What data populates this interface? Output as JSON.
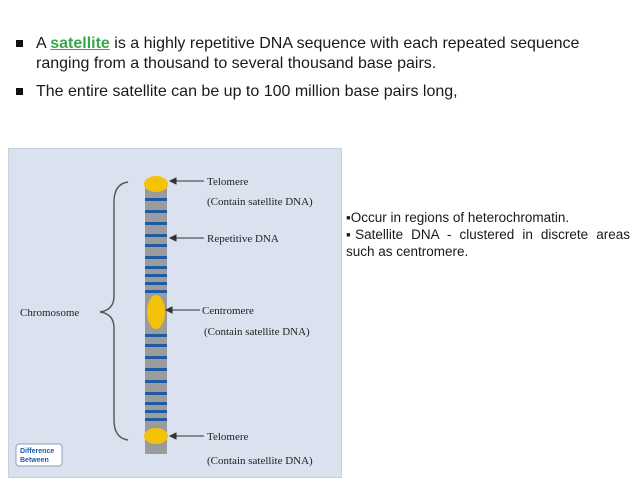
{
  "bullets": [
    {
      "prefix": "A ",
      "link": "satellite",
      "text": " is a highly repetitive DNA sequence with each repeated sequence ranging from a thousand to several thousand base pairs."
    },
    {
      "text": "The entire satellite can be up to 100 million base pairs long,"
    }
  ],
  "figure": {
    "labels": {
      "telomere_top": "Telomere",
      "telomere_top_note": "(Contain satellite DNA)",
      "repetitive": "Repetitive DNA",
      "centromere": "Centromere",
      "centromere_note": "(Contain satellite DNA)",
      "chromosome": "Chromosome",
      "telomere_bottom": "Telomere",
      "telomere_bottom_note": "(Contain satellite DNA)"
    },
    "logo_text": [
      "Difference",
      "Between"
    ],
    "colors": {
      "panel_bg": "#d9e2ee",
      "panel_border": "#c6d0de",
      "chromosome": "#9b9b9b",
      "band": "#1f5aa6",
      "cap": "#f5c20a"
    }
  },
  "notes": [
    "▪Occur in regions of heterochromatin.",
    "▪Satellite DNA - clustered in discrete areas such as centromere."
  ]
}
